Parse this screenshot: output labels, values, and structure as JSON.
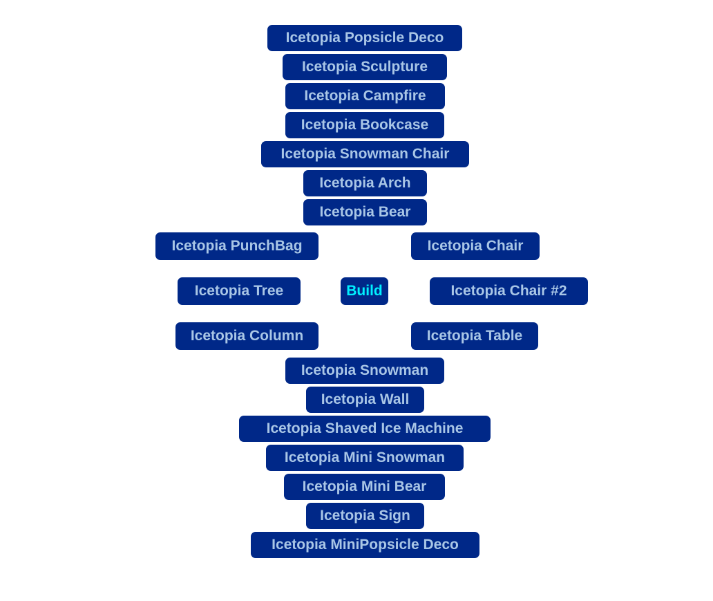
{
  "colors": {
    "button_bg": "#002888",
    "item_text": "#a9c6e6",
    "build_text": "#00f0ff"
  },
  "menu": {
    "build_label": "Build",
    "items": [
      "Icetopia Popsicle Deco",
      "Icetopia Sculpture",
      "Icetopia Campfire",
      "Icetopia Bookcase",
      "Icetopia Snowman Chair",
      "Icetopia Arch",
      "Icetopia Bear",
      "Icetopia PunchBag",
      "Icetopia Chair",
      "Icetopia Tree",
      "Icetopia Chair #2",
      "Icetopia Column",
      "Icetopia Table",
      "Icetopia Snowman",
      "Icetopia Wall",
      "Icetopia Shaved Ice Machine",
      "Icetopia Mini Snowman",
      "Icetopia Mini Bear",
      "Icetopia Sign",
      "Icetopia MiniPopsicle Deco"
    ]
  }
}
